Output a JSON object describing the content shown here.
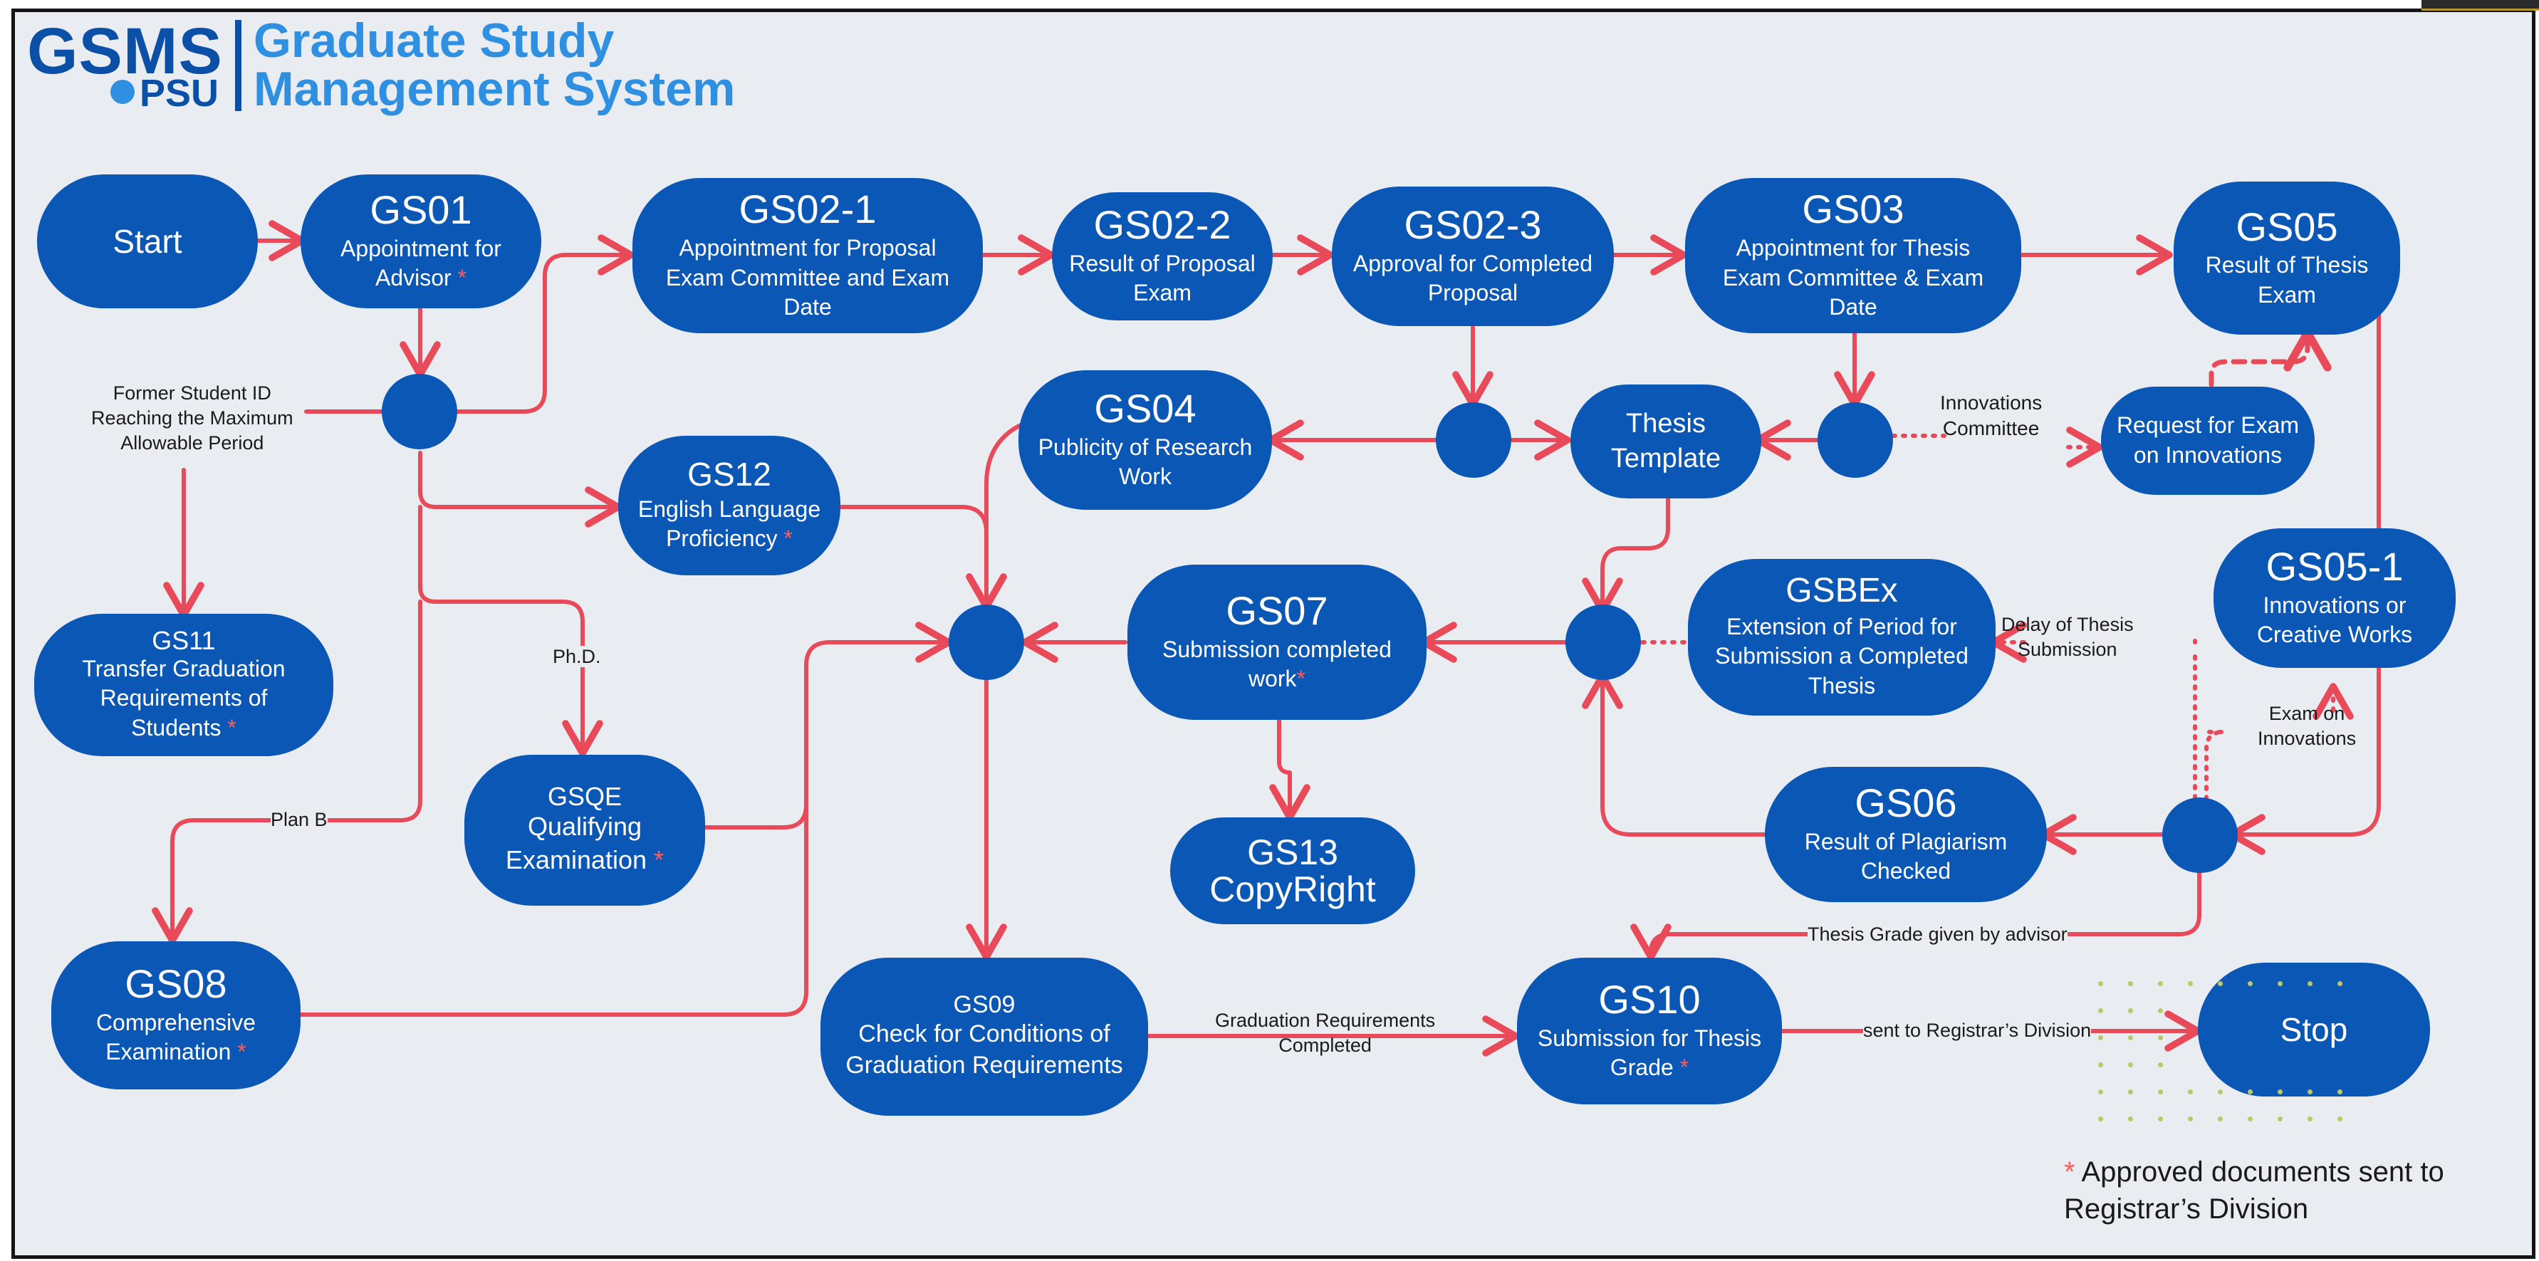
{
  "header": {
    "logo_gsms": "GSMS",
    "logo_psu": "PSU",
    "title_line1": "Graduate Study",
    "title_line2": "Management System"
  },
  "colors": {
    "node": "#0b57b6",
    "arrow": "#e84a5a",
    "background": "#e9edf1",
    "title": "#2f8fe0",
    "asterisk": "#ff5c5c"
  },
  "nodes": {
    "start": {
      "title": "Start"
    },
    "gs01": {
      "title": "GS01",
      "sub1": "Appointment for",
      "sub2": "Advisor",
      "ast": "*"
    },
    "gs02_1": {
      "title": "GS02-1",
      "sub1": "Appointment for Proposal",
      "sub2": "Exam Committee and Exam",
      "sub3": "Date"
    },
    "gs02_2": {
      "title": "GS02-2",
      "sub1": "Result of  Proposal",
      "sub2": "Exam"
    },
    "gs02_3": {
      "title": "GS02-3",
      "sub1": "Approval for Completed",
      "sub2": "Proposal"
    },
    "gs03": {
      "title": "GS03",
      "sub1": "Appointment for Thesis",
      "sub2": "Exam Committee & Exam",
      "sub3": "Date"
    },
    "gs05": {
      "title": "GS05",
      "sub1": "Result of Thesis",
      "sub2": "Exam"
    },
    "gs04": {
      "title": "GS04",
      "sub1": "Publicity of Research",
      "sub2": "Work"
    },
    "thesis_template": {
      "line1": "Thesis",
      "line2": "Template"
    },
    "request_innovations": {
      "line1": "Request for Exam",
      "line2": "on Innovations"
    },
    "gs12": {
      "title": "GS12",
      "sub1": "English Language",
      "sub2": "Proficiency",
      "ast": "*"
    },
    "gs11": {
      "title": "GS11",
      "sub1": "Transfer Graduation",
      "sub2": "Requirements of",
      "sub3": "Students",
      "ast": "*"
    },
    "gs07": {
      "title": "GS07",
      "sub1": "Submission  completed",
      "sub2": "work",
      "ast": "*"
    },
    "gsbex": {
      "title": "GSBEx",
      "sub1": "Extension of Period for",
      "sub2": "Submission a Completed",
      "sub3": "Thesis"
    },
    "gs05_1": {
      "title": "GS05-1",
      "sub1": "Innovations or",
      "sub2": "Creative Works"
    },
    "gsqe": {
      "title": "GSQE",
      "sub1": "Qualifying",
      "sub2": "Examination",
      "ast": "*"
    },
    "gs13": {
      "title": "GS13",
      "sub1": "CopyRight"
    },
    "gs06": {
      "title": "GS06",
      "sub1": "Result of Plagiarism",
      "sub2": "Checked"
    },
    "gs08": {
      "title": "GS08",
      "sub1": "Comprehensive",
      "sub2": "Examination",
      "ast": "*"
    },
    "gs09": {
      "title": "GS09",
      "sub1": "Check for Conditions of",
      "sub2": "Graduation Requirements"
    },
    "gs10": {
      "title": "GS10",
      "sub1": "Submission for Thesis",
      "sub2": "Grade",
      "ast": "*"
    },
    "stop": {
      "title": "Stop"
    }
  },
  "labels": {
    "former_id": [
      "Former Student ID",
      "Reaching the Maximum",
      "Allowable Period"
    ],
    "innovations_committee": [
      "Innovations",
      "Committee"
    ],
    "phd": "Ph.D.",
    "plan_b": "Plan B",
    "delay": [
      "Delay of Thesis",
      "Submission"
    ],
    "exam_innovations": [
      "Exam on",
      "Innovations"
    ],
    "thesis_grade": "Thesis Grade given by advisor",
    "grad_completed": [
      "Graduation Requirements",
      "Completed"
    ],
    "sent_registrar": "sent to Registrar’s Division"
  },
  "note": {
    "asterisk": "*",
    "line1": "Approved documents sent to",
    "line2": "Registrar’s Division"
  }
}
